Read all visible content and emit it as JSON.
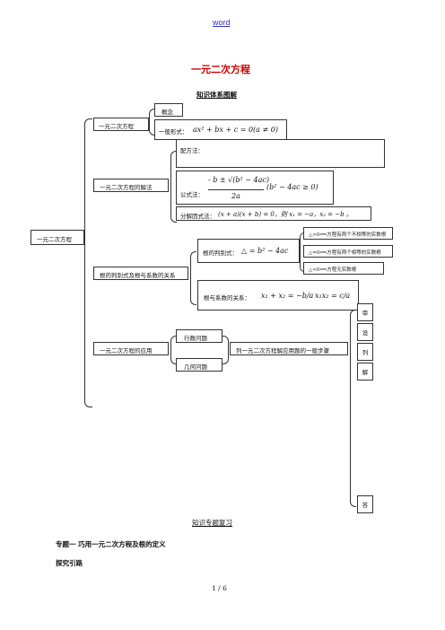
{
  "header": {
    "link_text": "word"
  },
  "doc": {
    "title": "一元二次方程",
    "subtitle": "知识体系图解",
    "root": "一元二次方程",
    "branches": {
      "b1": "一元二次方程",
      "b2": "一元二次方程的解法",
      "b3": "根的判别式及根与系数的关系",
      "b4": "一元二次方程的应用"
    },
    "concept": "概念",
    "general_form_label": "一般形式：",
    "general_form": "ax² + bx + c = 0(a ≠ 0)",
    "method_completing": "配方法：",
    "formula_label": "公式法：",
    "formula_num": "- b ± √(b² − 4ac)",
    "formula_den": "2a",
    "formula_cond": "(b² − 4ac ≥ 0)",
    "factor_label": "分解因式法：",
    "factor_text": "(x + a)(x + b) = 0，则 x₁ = −a，x₂ = −b 。",
    "discriminant_label": "根的判别式：",
    "discriminant": "△ = b² − 4ac",
    "disc_cases": [
      "△>0⟺方程有两个不相等的实数根",
      "△=0⟺方程有两个相等的实数根",
      "△<0⟺方程无实数根"
    ],
    "vieta_label": "根与系数的关系：",
    "vieta_sum": "x₁ + x₂ = −b/a",
    "vieta_prod": "x₁x₂ = c/a",
    "app_types": [
      "行数问题",
      "几何问题"
    ],
    "app_steps": "列一元二次方程解应用题的一般步骤",
    "side_chars": [
      "审",
      "设",
      "列",
      "解"
    ],
    "bottom_char": "答",
    "section_title": "知识专题复习",
    "topic1": "专题一   巧用一元二次方程及根的定义",
    "guide": "探究引路"
  },
  "footer": {
    "page": "1 / 6"
  }
}
